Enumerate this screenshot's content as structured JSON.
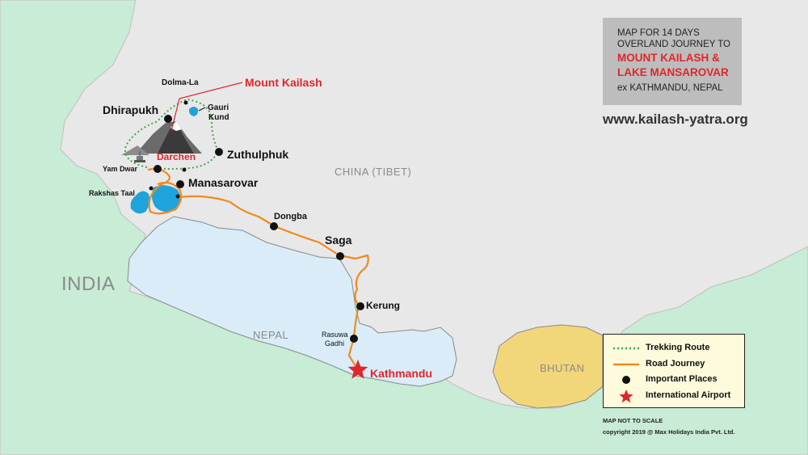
{
  "title_box": {
    "line1": "MAP FOR 14 DAYS",
    "line2": "OVERLAND JOURNEY TO",
    "line3": "MOUNT KAILASH &",
    "line4": "LAKE MANSAROVAR",
    "line5": "ex KATHMANDU, NEPAL"
  },
  "website": "www.kailash-yatra.org",
  "countries": {
    "india": "INDIA",
    "china": "CHINA (TIBET)",
    "nepal": "NEPAL",
    "bhutan": "BHUTAN"
  },
  "places": {
    "mount_kailash": "Mount Kailash",
    "dolma_la": "Dolma-La",
    "dhirapukh": "Dhirapukh",
    "gauri_kund_1": "Gauri",
    "gauri_kund_2": "Kund",
    "zuthulphuk": "Zuthulphuk",
    "darchen": "Darchen",
    "yam_dwar": "Yam Dwar",
    "manasarovar": "Manasarovar",
    "rakshas_taal": "Rakshas Taal",
    "dongba": "Dongba",
    "saga": "Saga",
    "kerung": "Kerung",
    "rasuwa_1": "Rasuwa",
    "rasuwa_2": "Gadhi",
    "kathmandu": "Kathmandu"
  },
  "legend": {
    "trekking": "Trekking Route",
    "road": "Road Journey",
    "places": "Important Places",
    "airport": "International Airport"
  },
  "footer": {
    "not_to_scale": "MAP NOT TO SCALE",
    "copyright": "copyright 2019 @ Max Holidays India Pvt. Ltd."
  },
  "colors": {
    "tibet": "#e8e8e8",
    "india": "#c8ecd6",
    "nepal": "#d9ecf8",
    "bhutan": "#f2d67a",
    "road": "#f08a1e",
    "trek": "#3da84a",
    "lake": "#1fa3dc",
    "accent_red": "#e0262a"
  },
  "icons": {
    "place": "black-dot-icon",
    "airport": "red-star-icon",
    "monastery": "gompa-icon",
    "mountain": "mountain-icon"
  }
}
